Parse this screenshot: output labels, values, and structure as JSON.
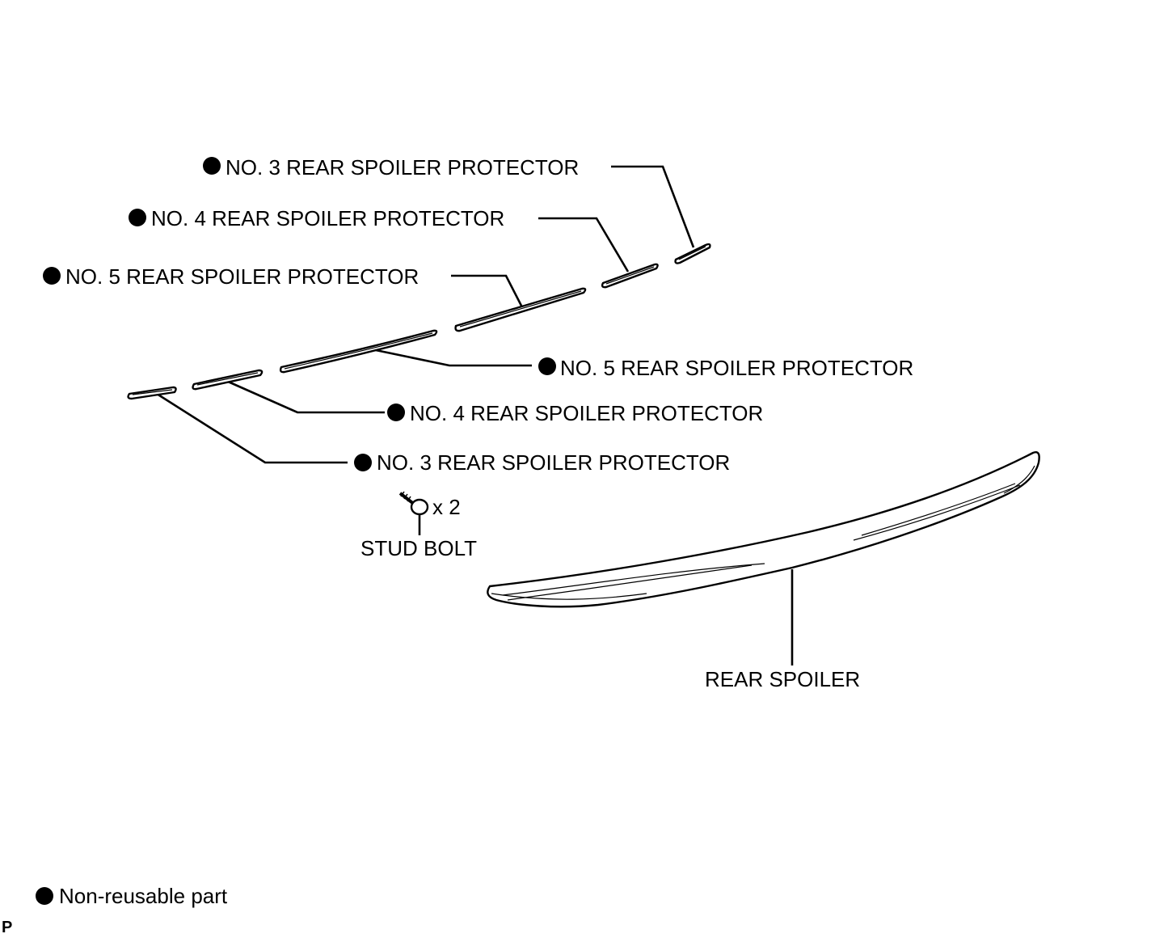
{
  "parts": {
    "protector_no3_upper": "NO. 3 REAR SPOILER PROTECTOR",
    "protector_no4_upper": "NO. 4 REAR SPOILER PROTECTOR",
    "protector_no5_upper": "NO. 5 REAR SPOILER PROTECTOR",
    "protector_no5_lower": "NO. 5 REAR SPOILER PROTECTOR",
    "protector_no4_lower": "NO. 4 REAR SPOILER PROTECTOR",
    "protector_no3_lower": "NO. 3 REAR SPOILER PROTECTOR",
    "stud_bolt": "STUD BOLT",
    "stud_bolt_qty": "x 2",
    "rear_spoiler": "REAR SPOILER"
  },
  "legend": {
    "non_reusable": "Non-reusable part",
    "marker_icon": "filled-circle-icon"
  },
  "corner_mark": "P",
  "colors": {
    "ink": "#000000",
    "background": "#ffffff"
  }
}
